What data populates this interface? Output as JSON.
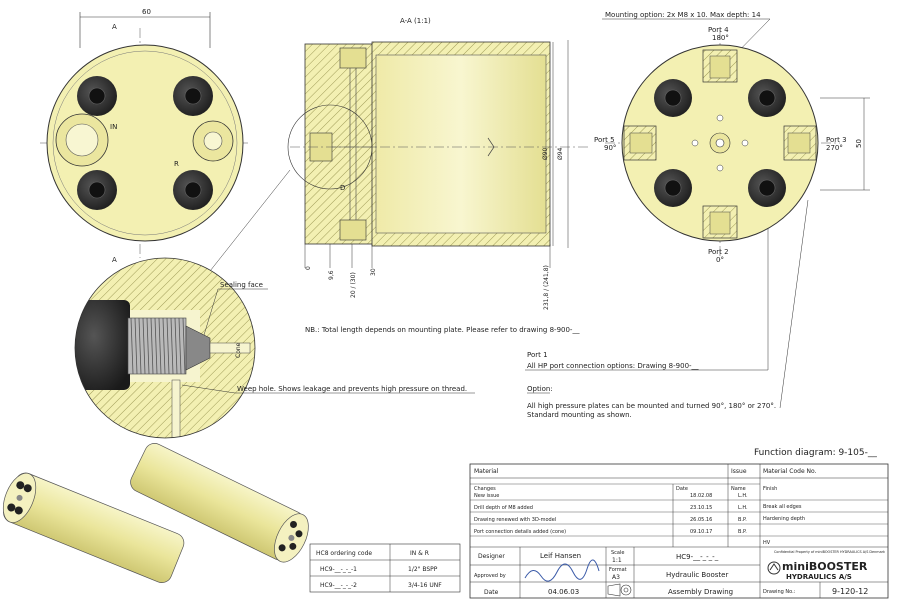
{
  "colors": {
    "part_fill": "#f3f0b2",
    "part_fill_dark": "#dcd786",
    "bolt": "#2b2b2b",
    "line": "#333333",
    "blue_line": "#5a78b8"
  },
  "drawing": {
    "dim_60": "60",
    "label_a_top": "A",
    "label_a_bottom": "A",
    "label_in": "IN",
    "label_r": "R",
    "section_title": "A-A (1:1)",
    "mounting_option": "Mounting option: 2x M8 x 10. Max depth: 14",
    "port4": "Port 4",
    "port4_angle": "180°",
    "port5": "Port 5",
    "port5_angle": "90°",
    "port3": "Port 3",
    "port3_angle": "270°",
    "port2": "Port 2",
    "port2_angle": "0°",
    "dim_50": "50",
    "dia_90": "Ø90",
    "dia_94": "Ø94",
    "dim_0": "0",
    "dim_9_6": "9,6",
    "dim_20_30": "20 / (30)",
    "dim_30": "30",
    "dim_231": "231,8 / (241,8)",
    "label_d": "D",
    "sealing_face": "Sealing face",
    "cone": "Cone",
    "weep_hole": "Weep hole. Shows leakage and prevents high pressure on thread.",
    "nb_note": "NB.: Total length depends on mounting plate. Please refer to drawing 8-900-__",
    "port1_title": "Port 1",
    "port1_text": "All HP port connection options: Drawing 8-900-__",
    "option_title": "Option:",
    "option_line1": "All high pressure plates can be mounted and turned 90°, 180° or 270°.",
    "option_line2": "Standard mounting as shown.",
    "function_diagram": "Function diagram: 9-105-__"
  },
  "ordering_table": {
    "headers": [
      "HC8 ordering code",
      "IN & R"
    ],
    "rows": [
      [
        "HC9-__-_-_-1",
        "1/2\" BSPP"
      ],
      [
        "HC9-__-_-_-2",
        "3/4-16 UNF"
      ]
    ]
  },
  "title_block": {
    "material_label": "Material",
    "issue_label": "Issue",
    "material_code_label": "Material Code No.",
    "changes_label": "Changes",
    "date_label": "Date",
    "name_label": "Name",
    "finish_label": "Finish",
    "break_edges": "Break all edges",
    "hardening_depth": "Hardening depth",
    "hv": "HV",
    "changes": [
      {
        "text": "New issue",
        "date": "18.02.08",
        "name": "L.H."
      },
      {
        "text": "Drill depth of M8 added",
        "date": "23.10.15",
        "name": "L.H."
      },
      {
        "text": "Drawing renewed with 3D-model",
        "date": "26.05.16",
        "name": "B.P."
      },
      {
        "text": "Port connection details added (cone)",
        "date": "09.10.17",
        "name": "B.P."
      }
    ],
    "designer_label": "Designer",
    "designer": "Leif Hansen",
    "scale_label": "Scale",
    "scale": "1:1",
    "approved_label": "Approved by",
    "format_label": "Format",
    "format": "A3",
    "date_field_label": "Date",
    "date_value": "04.06.03",
    "part_code": "HC9-__-_-_-_",
    "part_name": "Hydraulic Booster",
    "drawing_type": "Assembly Drawing",
    "company_line1": "miniBOOSTER",
    "company_line2": "HYDRAULICS A/S",
    "confidential": "Confidential Property of miniBOOSTER HYDRAULICS A/S Denmark",
    "drawing_no_label": "Drawing No.:",
    "drawing_no": "9-120-12"
  }
}
